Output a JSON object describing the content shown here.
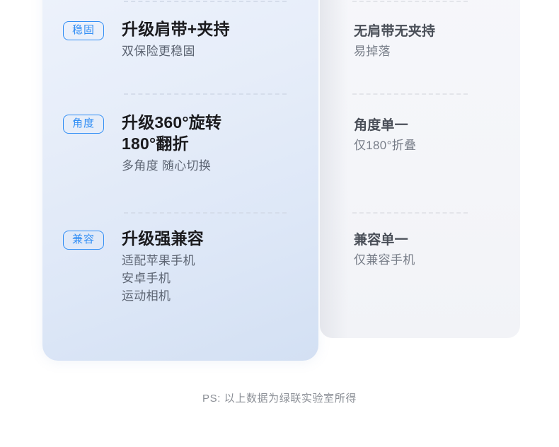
{
  "comparison": {
    "ours": {
      "rows": [
        {
          "badge": "稳固",
          "title": "升级肩带+夹持",
          "subtitle": "双保险更稳固"
        },
        {
          "badge": "角度",
          "title": "升级360°旋转\n180°翻折",
          "subtitle": "多角度 随心切换"
        },
        {
          "badge": "兼容",
          "title": "升级强兼容",
          "subtitle": "适配苹果手机\n安卓手机\n运动相机"
        }
      ]
    },
    "other": {
      "rows": [
        {
          "title": "无肩带无夹持",
          "subtitle": "易掉落"
        },
        {
          "title": "角度单一",
          "subtitle": "仅180°折叠"
        },
        {
          "title": "兼容单一",
          "subtitle": "仅兼容手机"
        }
      ]
    }
  },
  "footnote": "PS: 以上数据为绿联实验室所得",
  "colors": {
    "badge_border": "#2f8df5",
    "badge_text": "#2f8df5",
    "title_ours": "#1b1b1e",
    "subtitle_ours": "#5c6472",
    "title_other": "#4a4f58",
    "subtitle_other": "#777d88",
    "card_ours_bg": "#dde7f7",
    "card_other_bg": "#f4f5f9",
    "divider": "#d5ddeb",
    "footnote": "#8b8f96"
  }
}
